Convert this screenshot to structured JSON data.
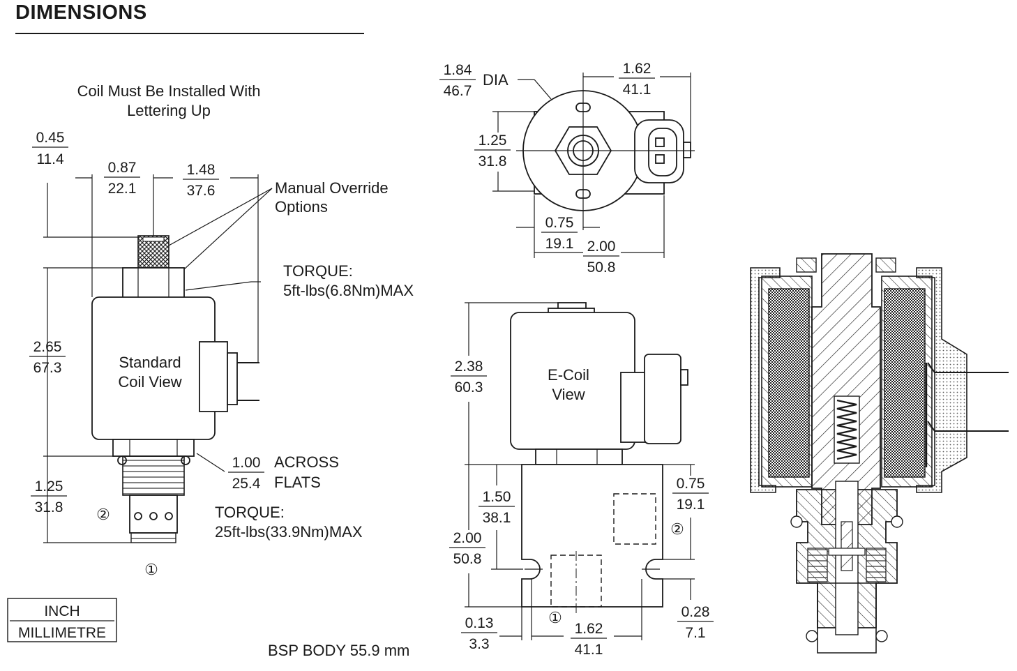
{
  "header": {
    "title": "DIMENSIONS"
  },
  "notes": {
    "coil_install_line1": "Coil Must Be Installed With",
    "coil_install_line2": "Lettering  Up",
    "manual_override_line1": "Manual Override",
    "manual_override_line2": "Options",
    "torque_coil_label": "TORQUE:",
    "torque_coil_value": "5ft-lbs(6.8Nm)MAX",
    "across_flats_line1": "ACROSS",
    "across_flats_line2": "FLATS",
    "torque_body_label": "TORQUE:",
    "torque_body_value": "25ft-lbs(33.9Nm)MAX",
    "bsp_body": "BSP BODY 55.9 mm",
    "dia_label": "DIA",
    "standard_coil_line1": "Standard",
    "standard_coil_line2": "Coil View",
    "ecoil_line1": "E-Coil",
    "ecoil_line2": "View"
  },
  "units_legend": {
    "top": "INCH",
    "bottom": "MILLIMETRE"
  },
  "ports": {
    "port1": "①",
    "port2": "②"
  },
  "dimensions": {
    "d_045": {
      "inch": "0.45",
      "mm": "11.4"
    },
    "d_087": {
      "inch": "0.87",
      "mm": "22.1"
    },
    "d_148": {
      "inch": "1.48",
      "mm": "37.6"
    },
    "d_265": {
      "inch": "2.65",
      "mm": "67.3"
    },
    "d_125_side": {
      "inch": "1.25",
      "mm": "31.8"
    },
    "d_100": {
      "inch": "1.00",
      "mm": "25.4"
    },
    "d_184": {
      "inch": "1.84",
      "mm": "46.7"
    },
    "d_162_top": {
      "inch": "1.62",
      "mm": "41.1"
    },
    "d_125_top": {
      "inch": "1.25",
      "mm": "31.8"
    },
    "d_075_top": {
      "inch": "0.75",
      "mm": "19.1"
    },
    "d_200_top": {
      "inch": "2.00",
      "mm": "50.8"
    },
    "d_238": {
      "inch": "2.38",
      "mm": "60.3"
    },
    "d_150": {
      "inch": "1.50",
      "mm": "38.1"
    },
    "d_200_body": {
      "inch": "2.00",
      "mm": "50.8"
    },
    "d_075_body": {
      "inch": "0.75",
      "mm": "19.1"
    },
    "d_028": {
      "inch": "0.28",
      "mm": "7.1"
    },
    "d_013": {
      "inch": "0.13",
      "mm": "3.3"
    },
    "d_162_body": {
      "inch": "1.62",
      "mm": "41.1"
    }
  }
}
